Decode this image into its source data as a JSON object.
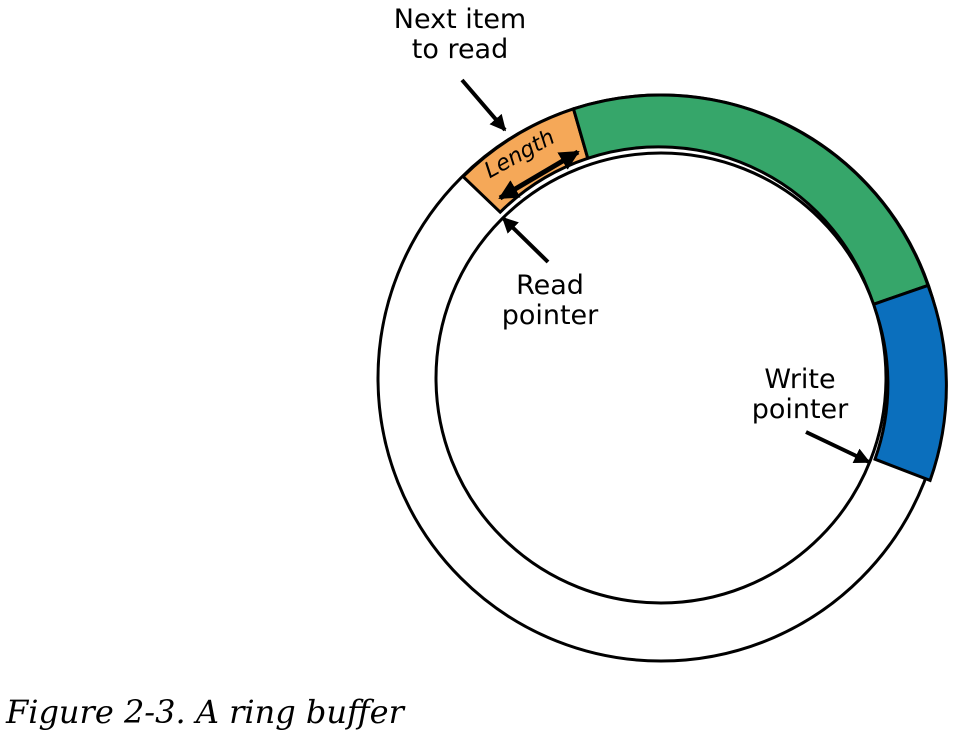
{
  "labels": {
    "next_item_line1": "Next item",
    "next_item_line2": "to read",
    "length": "Length",
    "read_line1": "Read",
    "read_line2": "pointer",
    "write_line1": "Write",
    "write_line2": "pointer"
  },
  "caption": "Figure 2-3. A ring buffer",
  "colors": {
    "next_item_segment": "#f5a858",
    "used_segment": "#36a66a",
    "write_segment": "#0b6fbd",
    "outline": "#000000"
  }
}
